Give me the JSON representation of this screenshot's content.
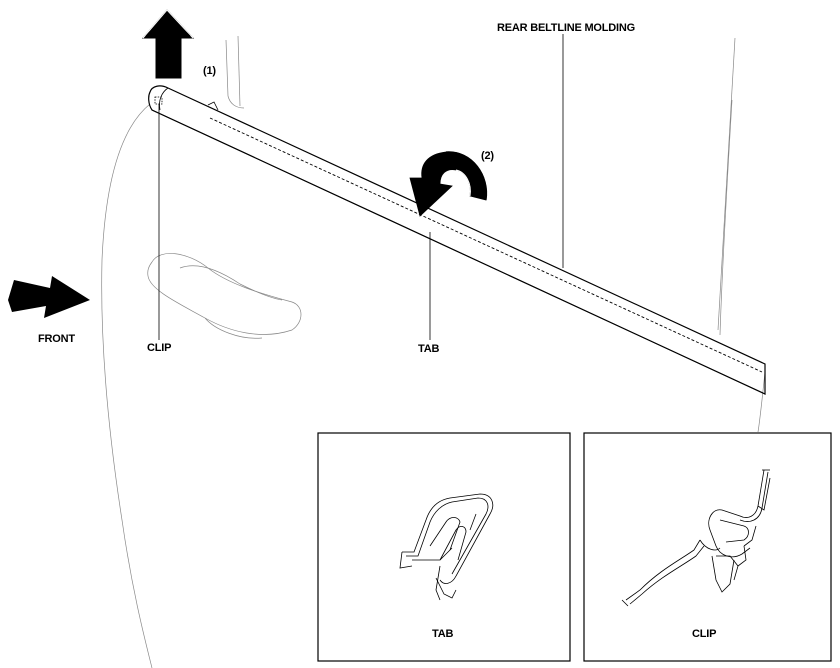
{
  "labels": {
    "molding": "REAR BELTLINE MOLDING",
    "step1": "(1)",
    "step2": "(2)",
    "front": "FRONT",
    "clip": "CLIP",
    "tab": "TAB"
  },
  "insets": {
    "tab": "TAB",
    "clip": "CLIP"
  },
  "colors": {
    "line": "#000000",
    "door_outline": "#888888",
    "arrow_fill": "#000000",
    "background": "#ffffff"
  }
}
